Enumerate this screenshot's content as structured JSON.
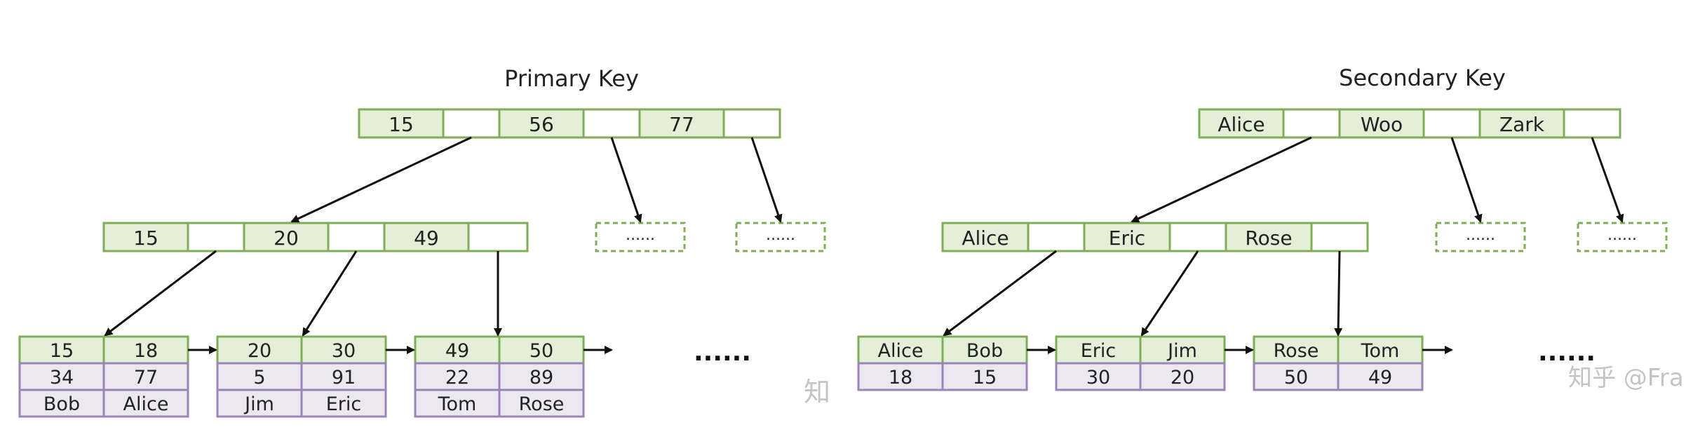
{
  "colors": {
    "key_fill": "#e4efd8",
    "key_border": "#7fae57",
    "row_fill": "#ece8f1",
    "row_border": "#9a84b8",
    "text": "#222222",
    "arrow": "#111111"
  },
  "primary": {
    "title": "Primary Key",
    "root_keys": [
      "15",
      "56",
      "77"
    ],
    "inner_keys": [
      "15",
      "20",
      "49"
    ],
    "placeholder": "......",
    "leaves": [
      {
        "keys": [
          "15",
          "18"
        ],
        "rows": [
          [
            "34",
            "77"
          ],
          [
            "Bob",
            "Alice"
          ]
        ]
      },
      {
        "keys": [
          "20",
          "30"
        ],
        "rows": [
          [
            "5",
            "91"
          ],
          [
            "Jim",
            "Eric"
          ]
        ]
      },
      {
        "keys": [
          "49",
          "50"
        ],
        "rows": [
          [
            "22",
            "89"
          ],
          [
            "Tom",
            "Rose"
          ]
        ]
      }
    ],
    "ellipsis": "......"
  },
  "secondary": {
    "title": "Secondary Key",
    "root_keys": [
      "Alice",
      "Woo",
      "Zark"
    ],
    "inner_keys": [
      "Alice",
      "Eric",
      "Rose"
    ],
    "placeholder": "......",
    "leaves": [
      {
        "keys": [
          "Alice",
          "Bob"
        ],
        "rows": [
          [
            "18",
            "15"
          ]
        ]
      },
      {
        "keys": [
          "Eric",
          "Jim"
        ],
        "rows": [
          [
            "30",
            "20"
          ]
        ]
      },
      {
        "keys": [
          "Rose",
          "Tom"
        ],
        "rows": [
          [
            "50",
            "49"
          ]
        ]
      }
    ],
    "ellipsis": "......"
  },
  "watermark": {
    "left_text": "知",
    "right_text": "知乎 @Fra"
  }
}
